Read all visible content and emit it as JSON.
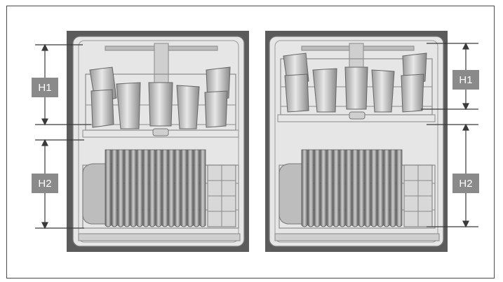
{
  "figure": {
    "dimension_labels": {
      "left_upper": "H1",
      "left_lower": "H2",
      "right_upper": "H1",
      "right_lower": "H2"
    }
  },
  "colors": {
    "cabinet": "#5b5b5b",
    "tub": "#e6e6e6",
    "rack_wire": "#8c8c8c",
    "dimension_line": "#3a3a3a",
    "label_bg": "#8a8a8a",
    "label_text": "#ffffff"
  }
}
